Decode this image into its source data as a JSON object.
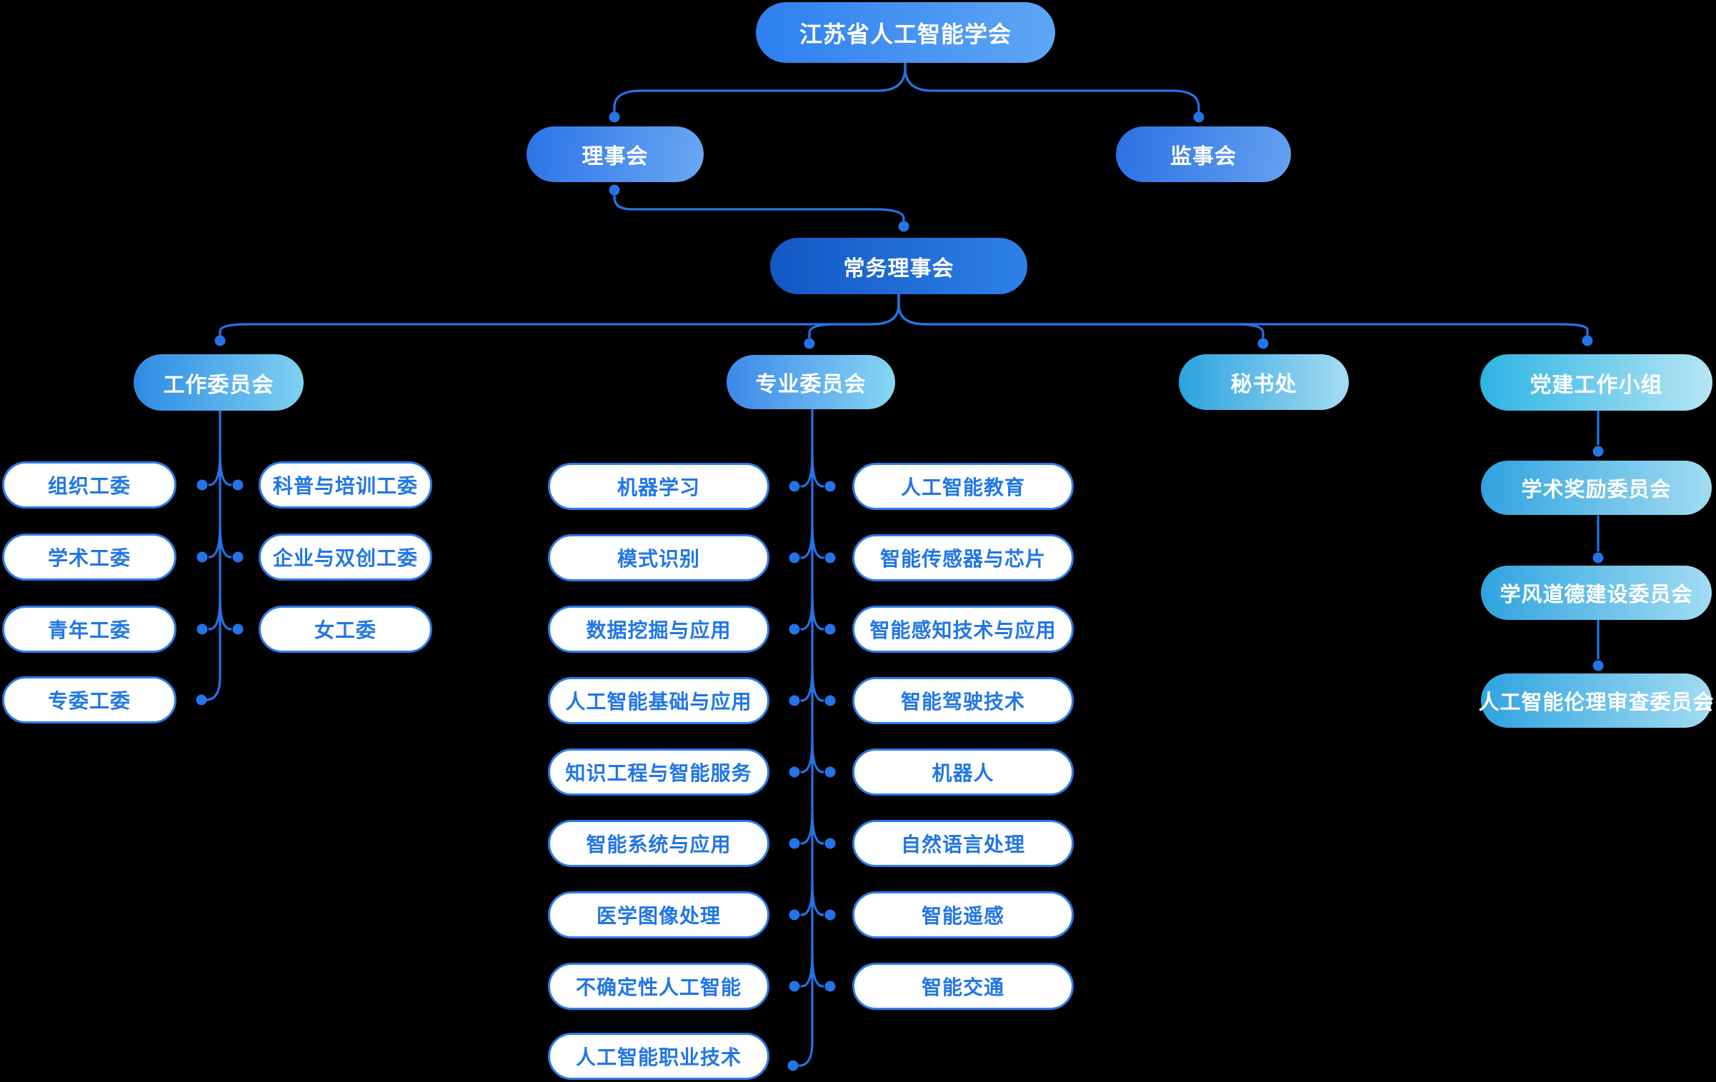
{
  "org_chart": {
    "root": {
      "label": "江苏省人工智能学会"
    },
    "board": {
      "label": "理事会"
    },
    "supervisors": {
      "label": "监事会"
    },
    "standing_board": {
      "label": "常务理事会"
    },
    "work_committee": {
      "label": "工作委员会",
      "left": [
        "组织工委",
        "学术工委",
        "青年工委",
        "专委工委"
      ],
      "right": [
        "科普与培训工委",
        "企业与双创工委",
        "女工委"
      ]
    },
    "professional_committee": {
      "label": "专业委员会",
      "left": [
        "机器学习",
        "模式识别",
        "数据挖掘与应用",
        "人工智能基础与应用",
        "知识工程与智能服务",
        "智能系统与应用",
        "医学图像处理",
        "不确定性人工智能",
        "人工智能职业技术"
      ],
      "right": [
        "人工智能教育",
        "智能传感器与芯片",
        "智能感知技术与应用",
        "智能驾驶技术",
        "机器人",
        "自然语言处理",
        "智能遥感",
        "智能交通"
      ]
    },
    "secretariat": {
      "label": "秘书处"
    },
    "party_group": {
      "label": "党建工作小组",
      "children": [
        "学术奖励委员会",
        "学风道德建设委员会",
        "人工智能伦理审查委员会"
      ]
    },
    "colors": {
      "background": "#000000",
      "connector": "#2573e8",
      "pill_border": "#2b7ce9",
      "pill_text": "#2176e8",
      "node_text": "#ffffff",
      "root_gradient": [
        "#2e7ff0",
        "#5ea6f5"
      ],
      "standing_board_gradient": [
        "#1257c5",
        "#2e80e8"
      ],
      "work_gradient": [
        "#2d8be4",
        "#7ed0f0"
      ],
      "professional_gradient": [
        "#3c88ea",
        "#86d6f2"
      ],
      "secretariat_gradient": [
        "#2aa3de",
        "#a6dcf2"
      ],
      "party_gradient": [
        "#2db4e2",
        "#b6e5f5"
      ]
    }
  }
}
